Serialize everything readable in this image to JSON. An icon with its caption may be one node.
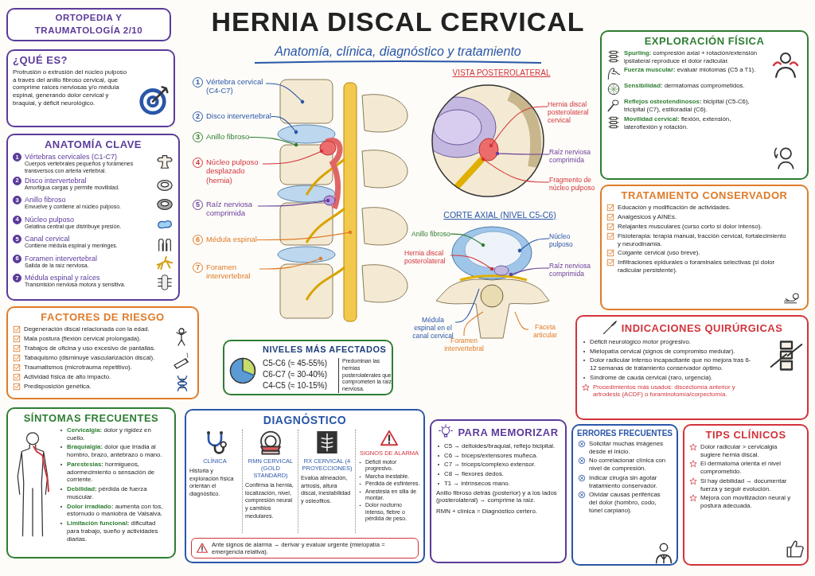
{
  "diagram": {
    "title": "HERNIA DISCAL CERVICAL",
    "nodes": [
      {
        "text": [
          "ORTOPEDIA Y TRAUMATOLOGÍA 2/10"
        ]
      },
      {
        "text": [
          "¿QUÉ ES?",
          "Protrusión o extrusión del núcleo pulposo a través del anillo fibroso cervical, que comprime raíces nerviosas y/o médula espinal, generando dolor cervical y braquial, y déficit neurológico."
        ]
      },
      {
        "text": [
          "ANATOMÍA CLAVE",
          "1",
          "Vértebras cervicales (C1-C7)",
          "Cuerpos vertebrales pequeños y forámenes transversos con arteria vertebral.",
          "2",
          "Disco intervertebral",
          "Amortigua cargas y permite movilidad.",
          "3",
          "Anillo fibroso",
          "Envuelve y contiene al núcleo pulposo.",
          "4",
          "Núcleo pulposo",
          "Gelatina central que distribuye presión.",
          "5",
          "Canal cervical",
          "Contiene médula espinal y meninges.",
          "6",
          "Foramen intervertebral",
          "Salida de la raíz nerviosa.",
          "7",
          "Médula espinal y raíces",
          "Transmisión nerviosa motora y sensitiva."
        ]
      },
      {
        "text": [
          "FACTORES DE RIESGO",
          "Degeneración discal relacionada con la edad.",
          "Mala postura (flexión cervical prolongada).",
          "Trabajos de oficina y uso excesivo de pantallas.",
          "Tabaquismo (disminuye vascularización discal).",
          "Traumatismos (microtrauma repetitivo).",
          "Actividad física de alto impacto.",
          "Predisposición genética."
        ]
      },
      {
        "text": [
          "SÍNTOMAS FRECUENTES",
          "**Cervicalgia:** dolor y rigidez en cuello.",
          "**Braquialgia:** dolor que irradia al hombro, brazo, antebrazo o mano.",
          "**Parestesias:** hormigueos, adormecimiento o sensación de corriente.",
          "**Debilidad:** pérdida de fuerza muscular.",
          "**Dolor irradiado:** aumenta con tos, estornudo o maniobra de Valsalva.",
          "**Limitación funcional:** dificultad para trabajo, sueño y actividades diarias."
        ]
      },
      {
        "text": [
          "1",
          "Vértebra cervical (C4-C7)"
        ]
      },
      {
        "text": [
          "2",
          "Disco intervertebral"
        ]
      },
      {
        "text": [
          "3",
          "Anillo fibroso"
        ]
      },
      {
        "text": [
          "4",
          "Núcleo pulposo desplazado (hernia)"
        ]
      },
      {
        "text": [
          "5",
          "Raíz nerviosa comprimida"
        ]
      },
      {
        "text": [
          "6",
          "Médula espinal"
        ]
      },
      {
        "text": [
          "7",
          "Foramen intervertebral"
        ]
      },
      {
        "text": [
          "Hernia discal posterolateral cervical"
        ]
      },
      {
        "text": [
          "Raíz nerviosa comprimida"
        ]
      },
      {
        "text": [
          "Fragmento de núcleo pulposo"
        ]
      },
      {
        "text": [
          "Anillo fibroso"
        ]
      },
      {
        "text": [
          "Núcleo pulposo"
        ]
      },
      {
        "text": [
          "Hernia discal posterolateral"
        ]
      },
      {
        "text": [
          "Raíz nerviosa comprimida"
        ]
      },
      {
        "text": [
          "Médula espinal en el canal cervical"
        ]
      },
      {
        "text": [
          "Foramen intervertebral"
        ]
      },
      {
        "text": [
          "Faceta articular"
        ]
      },
      {
        "text": [
          "NIVELES MÁS AFECTADOS",
          "C5-C6 (≈ 45-55%)",
          "C6-C7 (≈ 30-40%)",
          "C4-C5 (≈ 10-15%)",
          "Predominan las hernias posterolaterales que comprometen la raíz nerviosa."
        ]
      },
      {
        "text": [
          "DIAGNÓSTICO",
          "CLÍNICA",
          "Historia y exploración física orientan el diagnóstico.",
          "RMN CERVICAL (GOLD STANDARD)",
          "Confirma la hernia, localización, nivel, compresión neural y cambios medulares.",
          "RX CERVICAL (4 PROYECCIONES)",
          "Evalúa alineación, artrosis, altura discal, inestabilidad y osteofitos.",
          "SIGNOS DE ALARMA",
          "Déficit motor progresivo.",
          "Marcha inestable.",
          "Pérdida de esfínteres.",
          "Anestesia en silla de montar.",
          "Dolor nocturno intenso, fiebre o pérdida de peso."
        ]
      },
      {
        "text": [
          "Ante signos de alarma → derivar y evaluar urgente (mielopatía = emergencia relativa)."
        ],
        "in": 23
      },
      {
        "text": [
          "PARA MEMORIZAR",
          "C5 → deltoides/braquial, reflejo bicipital.",
          "C6 → bíceps/extensores muñeca.",
          "C7 → tríceps/complexo extensor.",
          "C8 → flexores dedos.",
          "T1 → intrínsecos mano.",
          "Anillo fibroso detrás (posterior) y a los lados (posterolateral) → comprime la raíz.",
          "RMN + clínica = Diagnóstico certero."
        ]
      },
      {
        "text": [
          "EXPLORACIÓN FÍSICA",
          "**Spurling:** compresión axial + rotación/extensión ipsilateral reproduce el dolor radicular.",
          "**Fuerza muscular:** evaluar miotomas (C5 a T1).",
          "**Sensibilidad:** dermatomas comprometidos.",
          "**Reflejos osteotendinosos:** bicipital (C5-C6), tricipital (C7), estiloradial (C6).",
          "**Movilidad cervical:** flexión, extensión, lateroflexión y rotación."
        ]
      },
      {
        "text": [
          "TRATAMIENTO CONSERVADOR",
          "Educación y modificación de actividades.",
          "Analgésicos y AINEs.",
          "Relajantes musculares (curso corto si dolor intenso).",
          "Fisioterapia: terapia manual, tracción cervical, fortalecimiento y neurodinamia.",
          "Colgante cervical (uso breve).",
          "Infiltraciones epidurales o foraminales selectivas (si dolor radicular persistente)."
        ]
      },
      {
        "text": [
          "INDICACIONES QUIRÚRGICAS",
          "Déficit neurológico motor progresivo.",
          "Mielopatía cervical (signos de compromiso medular).",
          "Dolor radicular intenso incapacitante que no mejora tras 6-12 semanas de tratamiento conservador óptimo.",
          "Síndrome de cauda cervical (raro, urgencia).",
          "Procedimientos más usados: discectomía anterior y artrodesis (ACDF) o foraminotomía/corpectomía."
        ]
      },
      {
        "text": [
          "ERRORES FRECUENTES",
          "Solicitar muchas imágenes desde el inicio.",
          "No correlacionar clínica con nivel de compresión.",
          "Indicar cirugía sin agotar tratamiento conservador.",
          "Olvidar causas periféricas del dolor (hombro, codo, túnel carpiano)."
        ]
      },
      {
        "text": [
          "TIPS CLÍNICOS",
          "Dolor radicular > cervicalgia sugiere hernia discal.",
          "El dermatoma orienta el nivel comprometido.",
          "Si hay debilidad → documentar fuerza y seguir evolución.",
          "Mejora con movilización neural y postura adecuada."
        ]
      }
    ],
    "edges": [
      {
        "from": 5,
        "to": null,
        "arrow": "other",
        "color": "#2a56a8"
      },
      {
        "from": 6,
        "to": null,
        "arrow": "other",
        "color": "#2a56a8"
      },
      {
        "from": 7,
        "to": null,
        "arrow": "other",
        "color": "#2e7d32"
      },
      {
        "from": 8,
        "to": null,
        "arrow": "other",
        "color": "#d2333a"
      },
      {
        "from": 9,
        "to": null,
        "arrow": "other",
        "color": "#6a3d9a"
      },
      {
        "from": 10,
        "to": null,
        "arrow": "other",
        "color": "#e07b28"
      },
      {
        "from": 11,
        "to": null,
        "arrow": "other",
        "color": "#e07b28"
      },
      {
        "from": 12,
        "to": null,
        "arrow": "other",
        "color": "#d2333a"
      },
      {
        "from": 13,
        "to": null,
        "arrow": "other",
        "color": "#6a3d9a"
      },
      {
        "from": 14,
        "to": null,
        "arrow": "other",
        "color": "#d2333a"
      },
      {
        "from": 15,
        "to": null,
        "arrow": "other",
        "color": "#2e7d32"
      },
      {
        "from": 16,
        "to": null,
        "arrow": "other",
        "color": "#2a56a8"
      },
      {
        "from": 17,
        "to": null,
        "arrow": "other",
        "color": "#d2333a"
      },
      {
        "from": 18,
        "to": null,
        "arrow": "other",
        "color": "#6a3d9a"
      },
      {
        "from": 19,
        "to": null,
        "arrow": "none",
        "color": "#2a56a8"
      },
      {
        "from": 20,
        "to": null,
        "arrow": "none",
        "color": "#e07b28"
      },
      {
        "from": 21,
        "to": null,
        "arrow": "none",
        "color": "#e07b28"
      }
    ],
    "labels": [
      "Anatomía, clínica, diagnóstico y tratamiento",
      "VISTA POSTEROLATERAL",
      "CORTE AXIAL (NIVEL C5-C6)"
    ]
  }
}
